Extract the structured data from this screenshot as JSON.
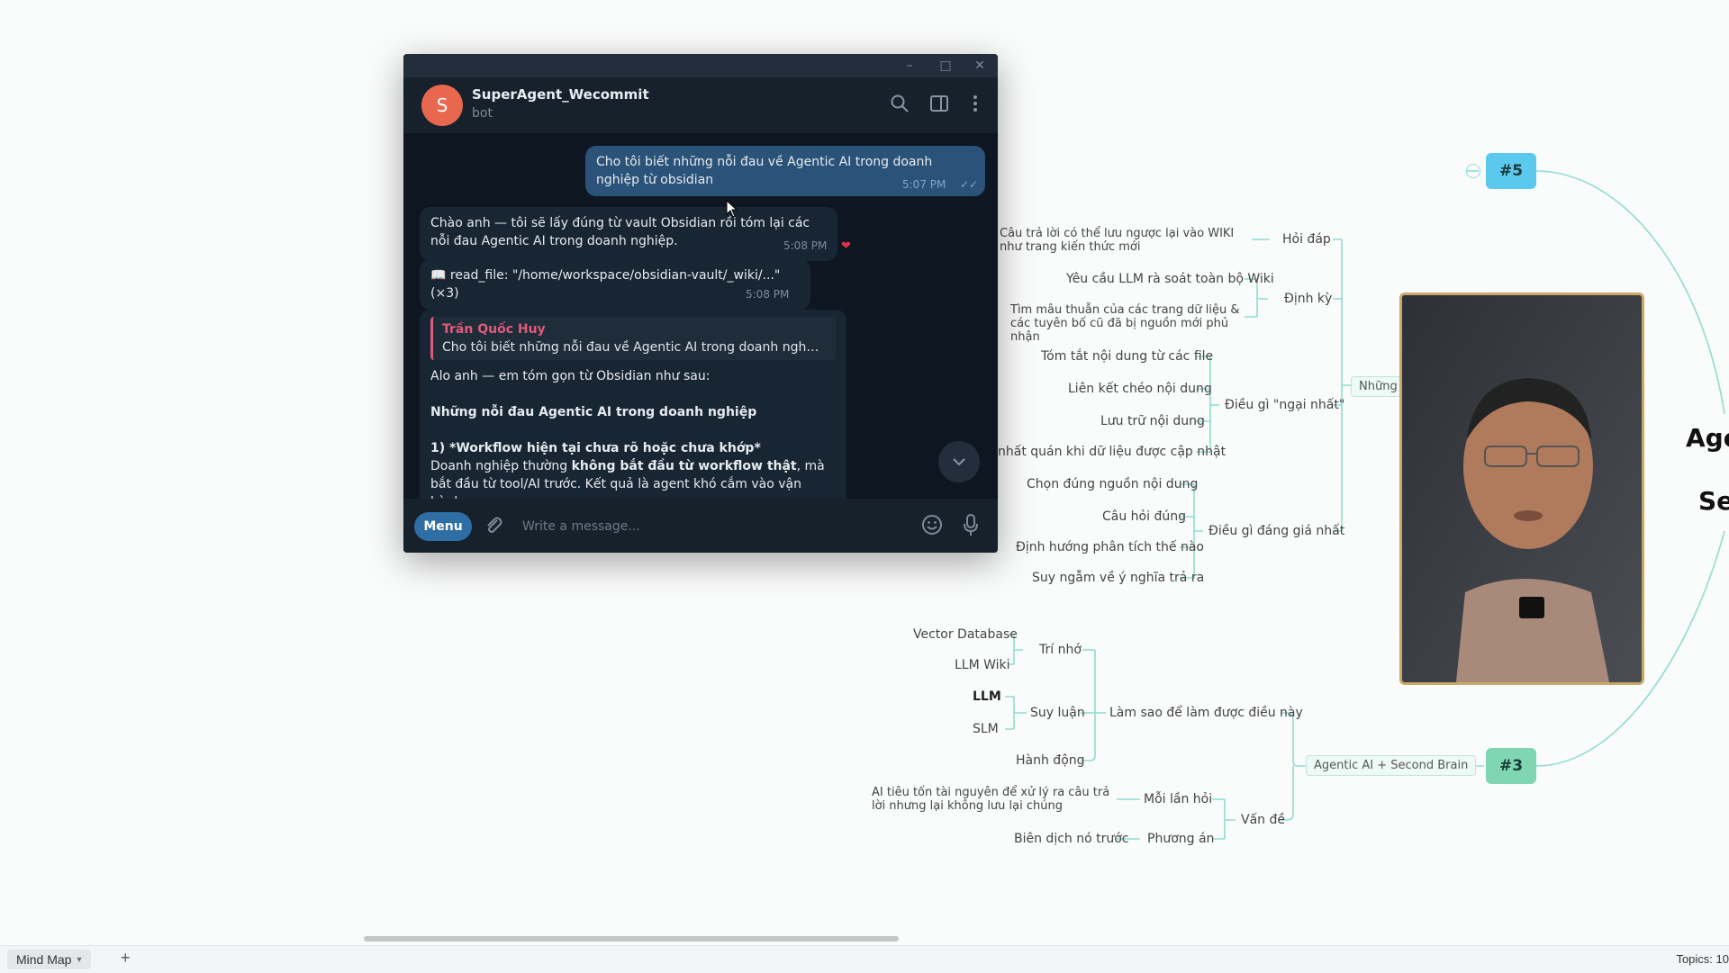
{
  "telegram": {
    "avatar_letter": "S",
    "chat_name": "SuperAgent_Wecommit",
    "chat_status": "bot",
    "messages": {
      "m1_text": "Cho tôi biết những nỗi đau về Agentic AI trong doanh nghiệp từ obsidian",
      "m1_time": "5:07 PM",
      "m2_text": "Chào anh — tôi sẽ lấy đúng từ vault Obsidian rồi tóm lại các nỗi đau Agentic AI trong doanh nghiệp.",
      "m2_time": "5:08 PM",
      "m3_text": "📖 read_file: \"/home/workspace/obsidian-vault/_wiki/...\" (×3)",
      "m3_time": "5:08 PM",
      "m4_quote_name": "Trần Quốc Huy",
      "m4_quote_text": "Cho tôi biết những nỗi đau về Agentic AI trong doanh nghiệp từ ...",
      "m4_line1": "Alo anh — em tóm gọn từ Obsidian như sau:",
      "m4_heading": "Những nỗi đau Agentic AI trong doanh nghiệp",
      "m4_point1": "1) *Workflow hiện tại chưa rõ hoặc chưa khớp*",
      "m4_body_a": "Doanh nghiệp thường ",
      "m4_body_b": "không bắt đầu từ workflow thật",
      "m4_body_c": ", mà bắt đầu từ tool/AI trước. Kết quả là agent khó cắm vào vận hành."
    },
    "menu_label": "Menu",
    "input_placeholder": "Write a message..."
  },
  "mindmap": {
    "badge_5": "#5",
    "badge_3": "#3",
    "title_1": "Age",
    "title_2": "Seco",
    "nhung": "Những",
    "hoi_dap": "Hỏi đáp",
    "hoi_dap_child": "Câu trả  lời có thể lưu ngược lại vào WIKI như trang kiến thức mới",
    "dinh_ky": "Định kỳ",
    "dinh_ky_c1": "Yêu cầu LLM rà soát toàn bộ Wiki",
    "dinh_ky_c2": "Tìm mâu thuẫn của các trang dữ liệu & các tuyên bố cũ đã bị nguồn mới phủ nhận",
    "ngai_nhat": "Điều gì \"ngại nhất\"",
    "ngai_c1": "Tóm tắt nội dung từ các file",
    "ngai_c2": "Liên kết chéo nội dung",
    "ngai_c3": "Lưu trữ nội dung",
    "ngai_c4": "nhất quán khi dữ liệu được cập nhật",
    "gia_nhat": "Điều gì đáng giá nhất",
    "gia_c1": "Chọn đúng nguồn nội dung",
    "gia_c2": "Câu hỏi đúng",
    "gia_c3": "Định hướng phân tích thế nào",
    "gia_c4": "Suy ngẫm về ý nghĩa trả ra",
    "agentic_second": "Agentic AI + Second Brain",
    "lam_sao": "Làm sao để làm được điều này",
    "tri_nho": "Trí nhớ",
    "vector_db": "Vector Database",
    "llm_wiki": "LLM Wiki",
    "suy_luan": "Suy luận",
    "llm": "LLM",
    "slm": "SLM",
    "hanh_dong": "Hành động",
    "van_de": "Vấn đề",
    "moi_lan_hoi": "Mỗi lần hỏi",
    "moi_lan_child": "AI tiêu tốn tài nguyên để xử lý ra câu trả lời nhưng lại không lưu lại chúng",
    "phuong_an": "Phương án",
    "phuong_an_child": "Biên dịch nó trước"
  },
  "bottombar": {
    "tab_label": "Mind Map",
    "add_label": "+",
    "topics": "Topics: 10"
  },
  "colors": {
    "accent_teal": "#6fd3c5",
    "badge_blue": "#5bc8ee",
    "badge_green": "#7fd6b0",
    "telegram_bg": "#0e1621",
    "telegram_out": "#2b5278"
  }
}
